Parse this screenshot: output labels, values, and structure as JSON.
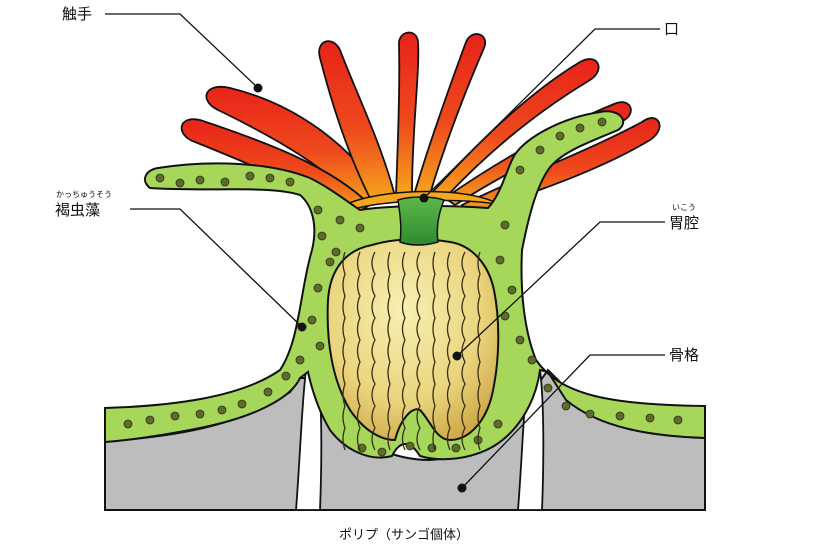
{
  "labels": {
    "tentacle": "触手",
    "mouth": "口",
    "zooxanthellae": "褐虫藻",
    "zooxanthellae_reading": "かっちゅうそう",
    "gastric_cavity": "胃腔",
    "gastric_cavity_reading": "いこう",
    "skeleton": "骨格"
  },
  "caption": "ポリプ（サンゴ個体）",
  "colors": {
    "tentacle_outer": "#e8231a",
    "tentacle_inner": "#f39a1e",
    "tissue": "#a6d65a",
    "dot": "#5e6b2c",
    "stomach_light": "#f4eca8",
    "stomach_dark": "#c9a544",
    "skeleton": "#bdbdbd",
    "mouth": "#3f9e3a"
  }
}
